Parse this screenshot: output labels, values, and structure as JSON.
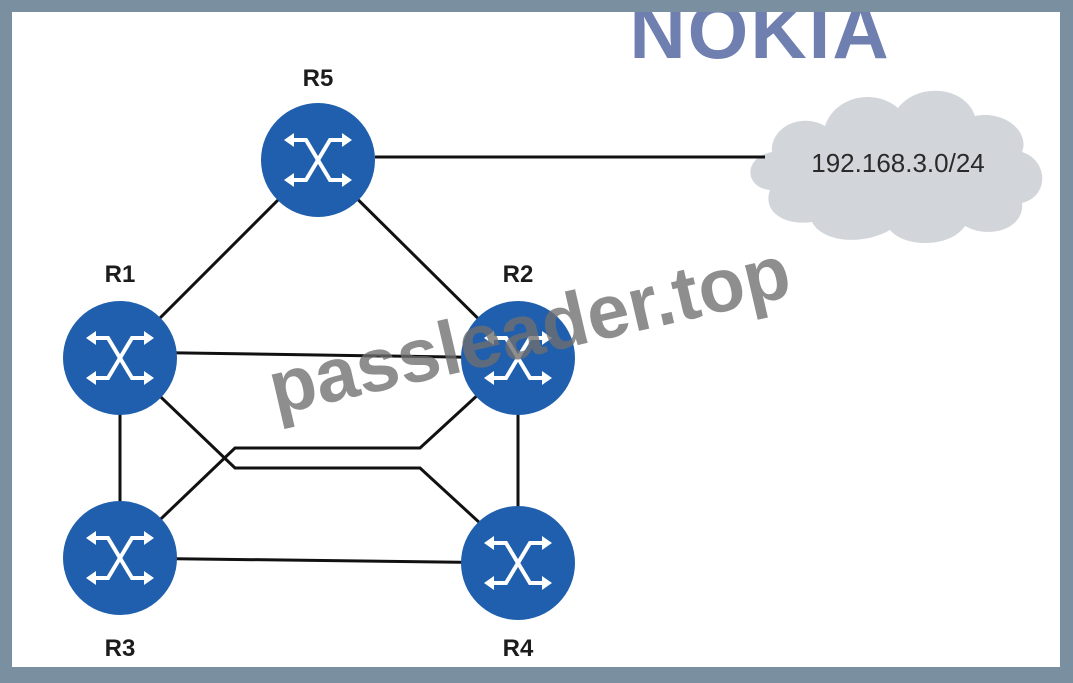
{
  "brand": {
    "logo_text": "NOKIA",
    "color": "#6f7fb0"
  },
  "colors": {
    "router_fill": "#1f5fad",
    "link": "#111111",
    "cloud": "#d2d5da"
  },
  "routers": [
    {
      "id": "R5",
      "label": "R5"
    },
    {
      "id": "R1",
      "label": "R1"
    },
    {
      "id": "R2",
      "label": "R2"
    },
    {
      "id": "R3",
      "label": "R3"
    },
    {
      "id": "R4",
      "label": "R4"
    }
  ],
  "cloud": {
    "label": "192.168.3.0/24"
  },
  "watermark": {
    "text": "passleader.top"
  },
  "links": [
    [
      "R5",
      "R1"
    ],
    [
      "R5",
      "R2"
    ],
    [
      "R5",
      "cloud"
    ],
    [
      "R1",
      "R2"
    ],
    [
      "R1",
      "R3"
    ],
    [
      "R1",
      "R4"
    ],
    [
      "R2",
      "R3"
    ],
    [
      "R2",
      "R4"
    ],
    [
      "R3",
      "R4"
    ]
  ]
}
